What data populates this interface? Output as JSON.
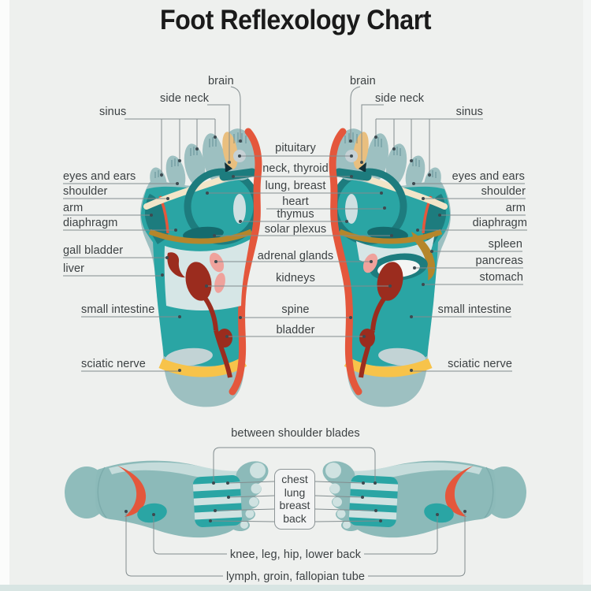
{
  "title": "Foot Reflexology Chart",
  "left_foot": {
    "labels": {
      "brain": "brain",
      "side_neck": "side neck",
      "sinus": "sinus",
      "eyes_and_ears": "eyes and ears",
      "shoulder": "shoulder",
      "arm": "arm",
      "diaphragm": "diaphragm",
      "gall_bladder": "gall bladder",
      "liver": "liver",
      "small_intestine": "small intestine",
      "sciatic_nerve": "sciatic nerve"
    }
  },
  "right_foot": {
    "labels": {
      "brain": "brain",
      "side_neck": "side neck",
      "sinus": "sinus",
      "eyes_and_ears": "eyes and ears",
      "shoulder": "shoulder",
      "arm": "arm",
      "diaphragm": "diaphragm",
      "spleen": "spleen",
      "pancreas": "pancreas",
      "stomach": "stomach",
      "small_intestine": "small intestine",
      "sciatic_nerve": "sciatic nerve"
    }
  },
  "center": {
    "labels": {
      "pituitary": "pituitary",
      "neck_thyroid": "neck, thyroid",
      "lung_breast": "lung, breast",
      "heart": "heart",
      "thymus": "thymus",
      "solar_plexus": "solar plexus",
      "adrenal_glands": "adrenal glands",
      "kidneys": "kidneys",
      "spine": "spine",
      "bladder": "bladder"
    }
  },
  "top_view": {
    "bracket_label": "between shoulder blades",
    "box_labels": {
      "chest": "chest",
      "lung": "lung",
      "breast": "breast",
      "back": "back"
    },
    "knee_label": "knee, leg, hip, lower back",
    "lymph_label": "lymph, groin, fallopian tube"
  },
  "colors": {
    "background": "#eef0ee",
    "title_text": "#1a1a1a",
    "label_text": "#3c4143",
    "leader_line": "#828c8e",
    "leader_dot": "#3d4a50",
    "foot_base": "#9dc0c1",
    "foot_teal": "#2aa5a4",
    "foot_dark_teal": "#1d7c7e",
    "foot_darker_teal": "#156b6e",
    "zone_red": "#e4573c",
    "zone_cream": "#f2e5c8",
    "zone_tan": "#e9bf7f",
    "zone_gray": "#c6d1d5",
    "zone_gold": "#b5862b",
    "zone_yellow": "#f7c34a",
    "organ_dark_red": "#9b2c1e",
    "organ_salmon": "#efa29c",
    "zone_pale": "#d6e6e6",
    "zone_lozenge": "#cfe0e2",
    "heel_light": "#c2d3d5",
    "bottom_foot": "#8cbab9",
    "bottom_foot_pale": "#cfe2e1",
    "bottom_strip": "#d8e5e3",
    "box_border": "#8d9597"
  }
}
